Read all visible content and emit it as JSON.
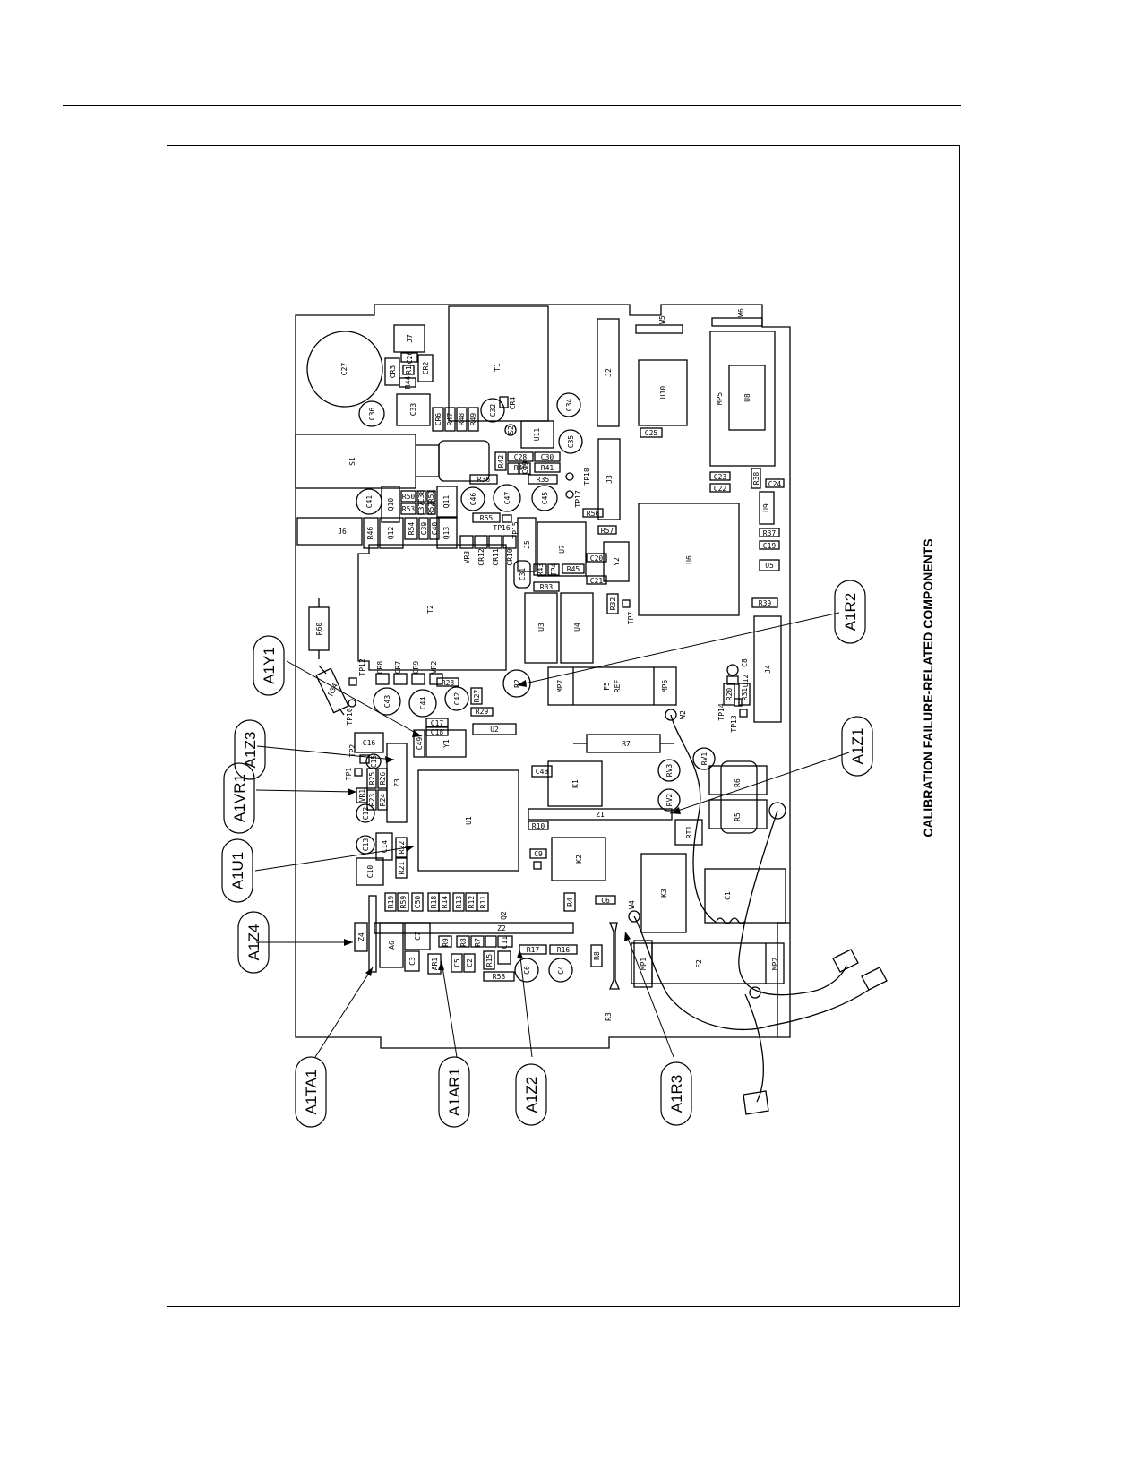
{
  "caption": "CALIBRATION FAILURE-RELATED COMPONENTS",
  "callouts": [
    {
      "id": "A1Y1",
      "text": "A1Y1"
    },
    {
      "id": "A1Z3",
      "text": "A1Z3"
    },
    {
      "id": "A1VR1",
      "text": "A1VR1"
    },
    {
      "id": "A1U1",
      "text": "A1U1"
    },
    {
      "id": "A1Z4",
      "text": "A1Z4"
    },
    {
      "id": "A1TA1",
      "text": "A1TA1"
    },
    {
      "id": "A1AR1",
      "text": "A1AR1"
    },
    {
      "id": "A1Z2",
      "text": "A1Z2"
    },
    {
      "id": "A1R3",
      "text": "A1R3"
    },
    {
      "id": "A1R2",
      "text": "A1R2"
    },
    {
      "id": "A1Z1",
      "text": "A1Z1"
    }
  ],
  "refdes": [
    "C27",
    "J7",
    "CR3",
    "C26",
    "R1",
    "CR2",
    "R44",
    "T1",
    "CR4",
    "J2",
    "W5",
    "W6",
    "U10",
    "MP5",
    "U8",
    "C36",
    "C33",
    "CR6",
    "R47",
    "R48",
    "R49",
    "C32",
    "C34",
    "S2",
    "U11",
    "C25",
    "S1",
    "C35",
    "J3",
    "R42",
    "R40",
    "C28",
    "R36",
    "C29",
    "R41",
    "C30",
    "R35",
    "TP18",
    "TP17",
    "C45",
    "C23",
    "C22",
    "R38",
    "C24",
    "C41",
    "Q10",
    "R50",
    "R53",
    "R51",
    "C38",
    "C37",
    "R52",
    "Q11",
    "C46",
    "C47",
    "R55",
    "TP16",
    "TP15",
    "R56",
    "U9",
    "J6",
    "R46",
    "Q12",
    "R54",
    "C39",
    "C40",
    "Q13",
    "VR3",
    "CR12",
    "CR11",
    "CR10",
    "J5",
    "U7",
    "R57",
    "U6",
    "R37",
    "C19",
    "U5",
    "C20",
    "C31",
    "R43",
    "TP4",
    "R45",
    "Y2",
    "C21",
    "R33",
    "R32",
    "TP7",
    "R39",
    "R60",
    "T2",
    "U3",
    "U4",
    "CR8",
    "CR7",
    "CR9",
    "VR2",
    "R28",
    "TP12",
    "R2",
    "MP7",
    "F5",
    "REF",
    "MP6",
    "J4",
    "C8",
    "U12",
    "R20",
    "R31",
    "TP14",
    "TP13",
    "R34",
    "TP10",
    "C43",
    "C44",
    "C42",
    "R27",
    "R29",
    "W2",
    "C17",
    "C18",
    "U2",
    "R7",
    "RV1",
    "C16",
    "TP2",
    "C15",
    "C49",
    "Y1",
    "C48",
    "K1",
    "RV3",
    "R6",
    "TP1",
    "R25",
    "R26",
    "VR1",
    "R23",
    "Z3",
    "R24",
    "RV2",
    "R5",
    "C12",
    "U1",
    "Z1",
    "R10",
    "RT1",
    "C13",
    "C14",
    "R22",
    "C9",
    "K2",
    "C10",
    "R21",
    "K3",
    "C1",
    "R19",
    "R59",
    "C50",
    "R18",
    "R14",
    "R13",
    "R12",
    "R11",
    "Q2",
    "R4",
    "C6",
    "W4",
    "Z2",
    "R9",
    "Z4",
    "A6",
    "C7",
    "R8",
    "R7",
    "R15",
    "C11",
    "R16",
    "R17",
    "MP1",
    "F2",
    "MP2",
    "C3",
    "AR1",
    "C5",
    "C2",
    "R58",
    "C6",
    "C4",
    "R8",
    "R3",
    "MP1"
  ]
}
